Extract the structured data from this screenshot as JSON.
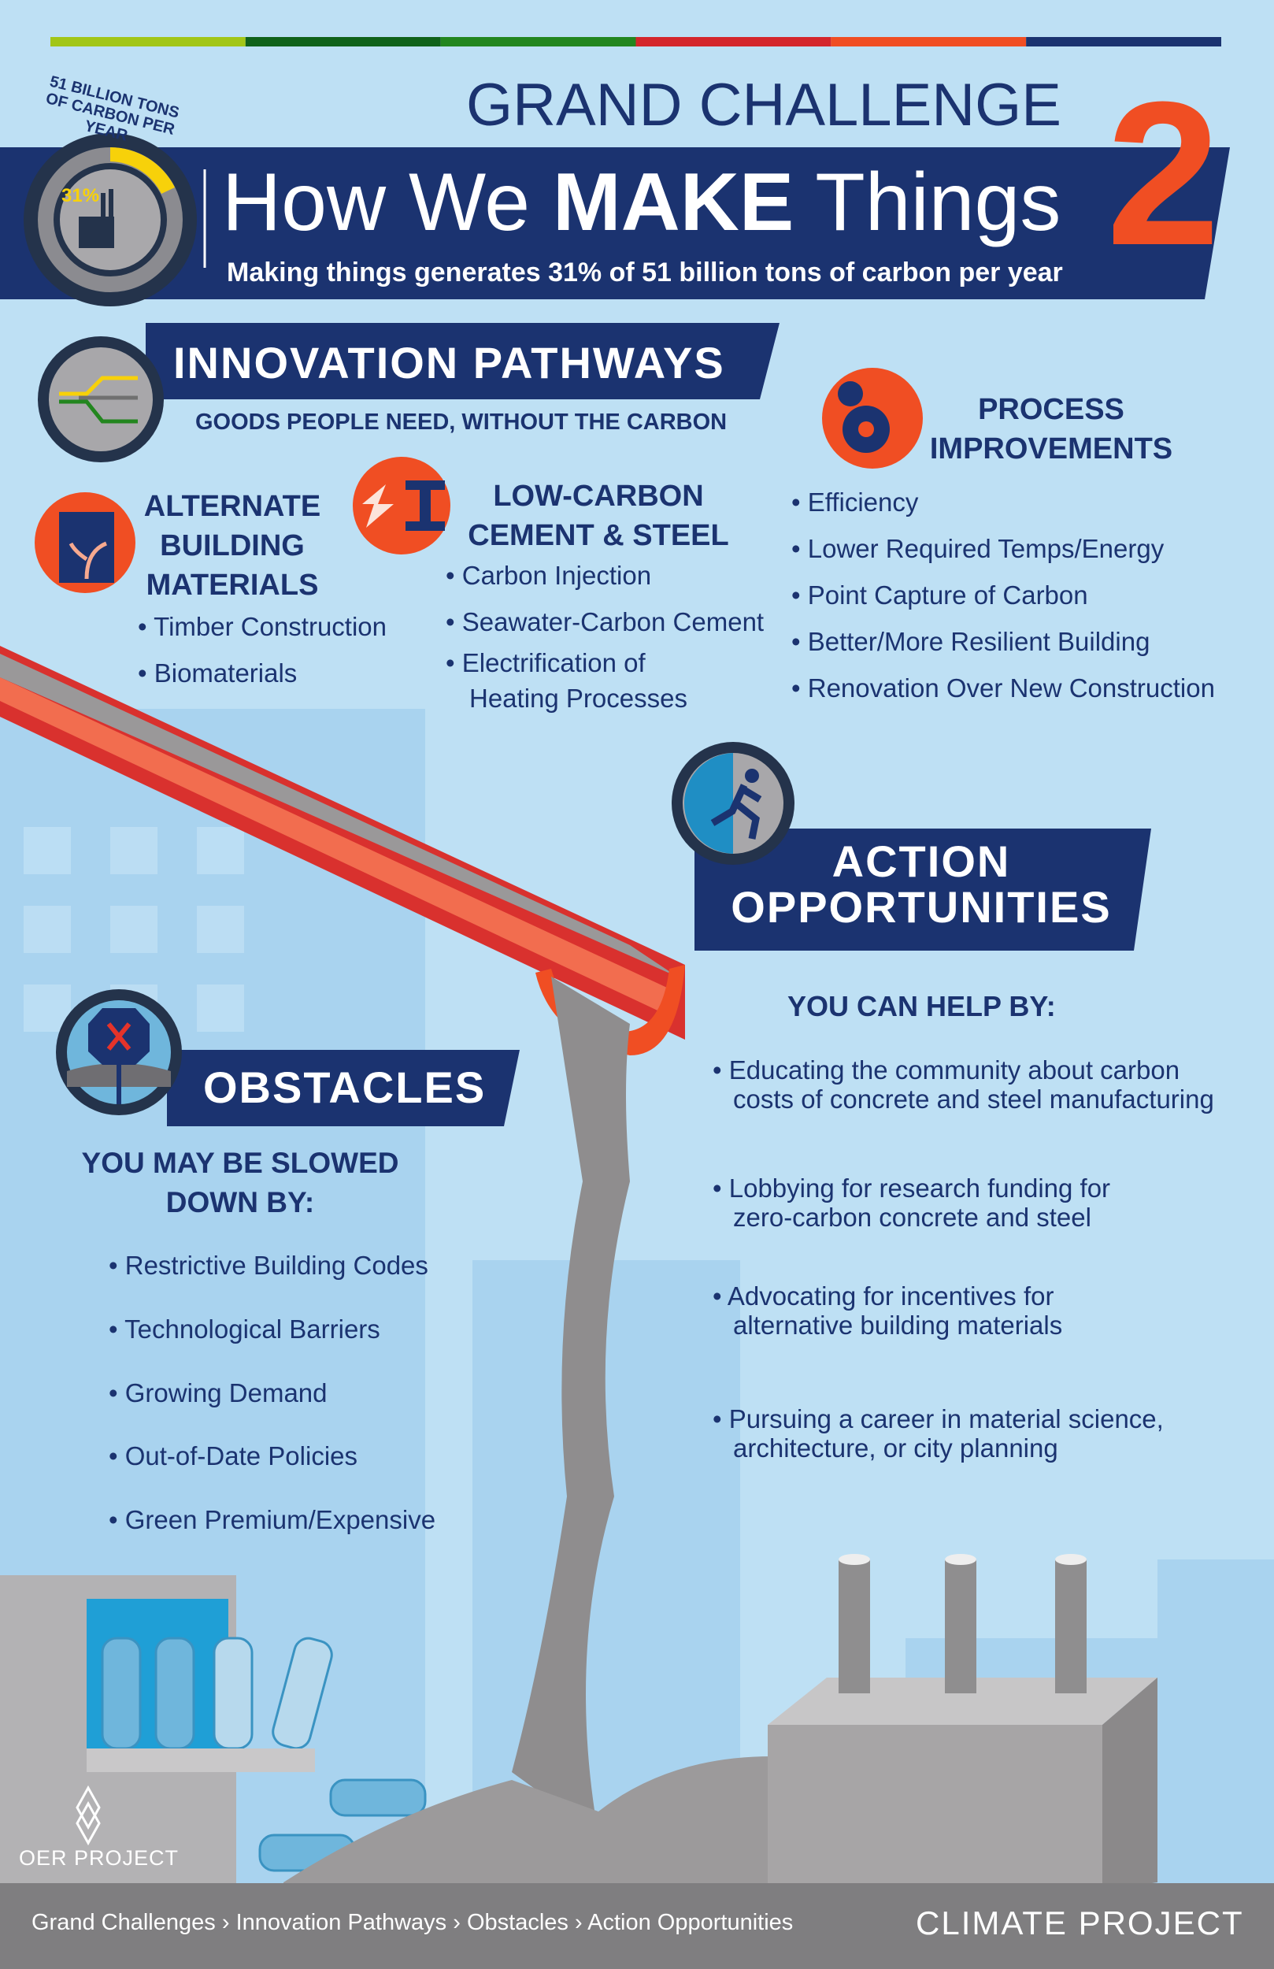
{
  "colors": {
    "background": "#bee0f4",
    "navy": "#1b3370",
    "orange": "#f04e23",
    "yellow": "#f7d10a",
    "footer": "#7f7e80"
  },
  "color_bar": [
    "#a2c617",
    "#10621a",
    "#23861f",
    "#d4262c",
    "#f04e23",
    "#1b3370"
  ],
  "header": {
    "ring_label": "51 BILLION TONS OF CARBON PER YEAR",
    "gauge_percent": "31%",
    "gauge_fraction": 0.31,
    "grand_challenge": "GRAND CHALLENGE",
    "number": "2",
    "title_pre": "How We ",
    "title_bold": "MAKE",
    "title_post": " Things",
    "subtitle": "Making things generates 31% of 51 billion tons of carbon per year",
    "icon": "factory-icon"
  },
  "innovation": {
    "title": "INNOVATION PATHWAYS",
    "subtitle": "GOODS PEOPLE NEED, WITHOUT THE CARBON",
    "icon": "pathway-arrows-icon",
    "alternate": {
      "title_lines": [
        "ALTERNATE",
        "BUILDING",
        "MATERIALS"
      ],
      "icon": "plant-building-icon",
      "items": [
        "Timber Construction",
        "Biomaterials"
      ]
    },
    "cement": {
      "title_lines": [
        "LOW-CARBON",
        "CEMENT & STEEL"
      ],
      "icon": "steel-beam-icon",
      "items": [
        "Carbon Injection",
        "Seawater-Carbon Cement",
        "Electrification of",
        "Heating Processes"
      ]
    },
    "process": {
      "title_lines": [
        "PROCESS",
        "IMPROVEMENTS"
      ],
      "icon": "gears-icon",
      "items": [
        "Efficiency",
        "Lower Required Temps/Energy",
        "Point Capture of Carbon",
        "Better/More Resilient Building",
        "Renovation Over New Construction"
      ]
    }
  },
  "action": {
    "title_lines": [
      "ACTION",
      "OPPORTUNITIES"
    ],
    "icon": "running-person-icon",
    "lead": "YOU CAN HELP BY:",
    "items": [
      [
        "Educating the community about carbon",
        "costs of concrete and steel manufacturing"
      ],
      [
        "Lobbying for research funding for",
        "zero-carbon concrete and steel"
      ],
      [
        "Advocating for incentives for",
        "alternative building materials"
      ],
      [
        "Pursuing a career in material science,",
        "architecture, or city planning"
      ]
    ]
  },
  "obstacles": {
    "title": "OBSTACLES",
    "icon": "stop-sign-icon",
    "lead_lines": [
      "YOU MAY BE SLOWED",
      "DOWN BY:"
    ],
    "items": [
      "Restrictive Building Codes",
      "Technological Barriers",
      "Growing Demand",
      "Out-of-Date Policies",
      "Green Premium/Expensive"
    ]
  },
  "footer": {
    "logo": "OER PROJECT",
    "breadcrumb": [
      "Grand Challenges",
      "Innovation Pathways",
      "Obstacles",
      "Action Opportunities"
    ],
    "separator": "›",
    "brand": "CLIMATE PROJECT"
  }
}
